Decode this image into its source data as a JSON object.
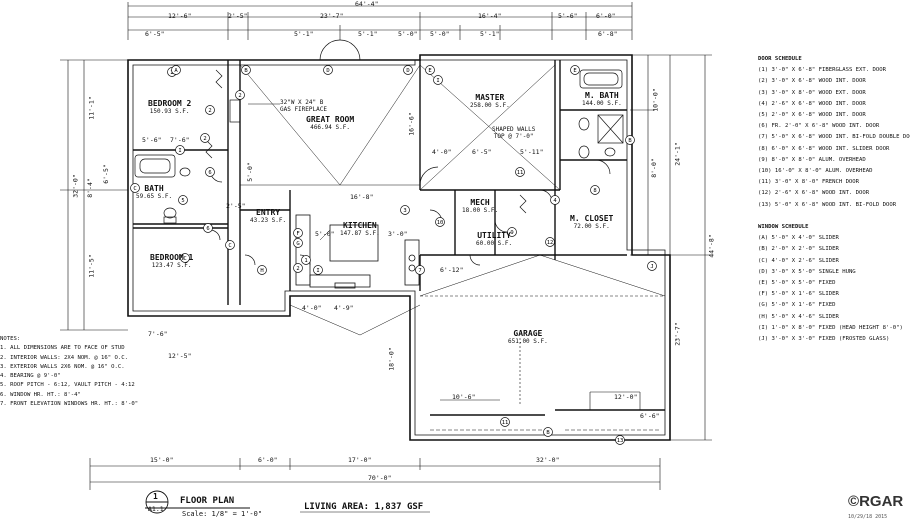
{
  "title_block": {
    "sheet_number": "1",
    "sheet_id": "A1.1",
    "title": "FLOOR PLAN",
    "scale": "Scale: 1/8\" = 1'-0\"",
    "living_area": "LIVING AREA: 1,837 GSF"
  },
  "watermark": {
    "brand": "RGAR",
    "date": "10/29/18 2015"
  },
  "rooms": {
    "bedroom2": {
      "name": "BEDROOM 2",
      "area": "150.93 S.F."
    },
    "great_room": {
      "name": "GREAT ROOM",
      "area": "466.94 S.F."
    },
    "fireplace": {
      "line1": "32\"W X 24\" B",
      "line2": "GAS FIREPLACE"
    },
    "master": {
      "name": "MASTER",
      "area": "258.00 S.F."
    },
    "shaped_walls": {
      "line1": "SHAPED WALLS",
      "line2": "TOP @ 7'-0\""
    },
    "mbath": {
      "name": "M. BATH",
      "area": "144.00 S.F."
    },
    "bath": {
      "name": "BATH",
      "area": "59.65 S.F."
    },
    "entry": {
      "name": "ENTRY",
      "area": "43.23 S.F."
    },
    "kitchen": {
      "name": "KITCHEN",
      "area": "147.87 S.F."
    },
    "mech": {
      "name": "MECH",
      "area": "18.00 S.F."
    },
    "utility": {
      "name": "UTILITY",
      "area": "60.00 S.F."
    },
    "mcloset": {
      "name": "M. CLOSET",
      "area": "72.00 S.F."
    },
    "bedroom1": {
      "name": "BEDROOM 1",
      "area": "123.47 S.F."
    },
    "garage": {
      "name": "GARAGE",
      "area": "651.00 S.F."
    }
  },
  "dimensions": {
    "top_overall": "64'-4\"",
    "top_row": [
      "12'-6\"",
      "2'-5\"",
      "23'-7\"",
      "16'-4\"",
      "5'-6\"",
      "6'-0\""
    ],
    "top_inner": [
      "6'-5\"",
      "5'-1\"",
      "5'-1\"",
      "5'-0\"",
      "5'-0\"",
      "5'-1\"",
      "6'-8\""
    ],
    "bottom_row": [
      "15'-0\"",
      "6'-0\"",
      "17'-0\"",
      "32'-0\""
    ],
    "bottom_overall": "70'-0\"",
    "left_vertical": [
      "11'-1\"",
      "32'-0\"",
      "11'-5\"",
      "8'-4\"",
      "6'-5\""
    ],
    "right_vertical": [
      "10'-0\"",
      "24'-1\"",
      "44'-8\"",
      "23'-7\"",
      "8'-0\""
    ],
    "interior": [
      "7'-6\"",
      "12'-5\"",
      "5'-6\"",
      "7'-6\"",
      "4'-0\"",
      "6'-5\"",
      "5'-11\"",
      "16'-8\"",
      "5'-0\"",
      "3'-0\"",
      "4'-0\"",
      "4'-9\"",
      "6'-12\"",
      "10'-6\"",
      "12'-0\"",
      "18'-0\"",
      "6'-6\"",
      "16'-6\"",
      "5'-0\"",
      "2'-5\""
    ]
  },
  "door_schedule": {
    "heading": "DOOR SCHEDULE",
    "items": [
      "3'-0\" X 6'-8\" FIBERGLASS EXT. DOOR",
      "3'-0\" X 6'-8\" WOOD INT. DOOR",
      "3'-0\" X 8'-0\" WOOD EXT. DOOR",
      "2'-6\" X 6'-8\" WOOD INT. DOOR",
      "2'-0\" X 6'-8\" WOOD INT. DOOR",
      "FR. 2'-0\" X 6'-8\" WOOD INT. DOOR",
      "5'-0\" X 6'-8\" WOOD INT. BI-FOLD DOUBLE DOOR",
      "6'-0\" X 6'-8\" WOOD INT. SLIDER DOOR",
      "8'-0\" X 8'-0\" ALUM. OVERHEAD",
      "16'-0\" X 8'-0\" ALUM. OVERHEAD",
      "3'-0\" X 8'-0\" FRENCH DOOR",
      "2'-6\" X 6'-8\" WOOD INT. DOOR",
      "5'-0\" X 6'-8\" WOOD INT. BI-FOLD DOOR"
    ]
  },
  "window_schedule": {
    "heading": "WINDOW SCHEDULE",
    "items": [
      "5'-0\" X 4'-0\" SLIDER",
      "2'-0\" X 2'-0\" SLIDER",
      "4'-0\" X 2'-6\" SLIDER",
      "3'-0\" X 5'-0\" SINGLE HUNG",
      "5'-0\" X 5'-0\" FIXED",
      "5'-0\" X 1'-6\" SLIDER",
      "5'-0\" X 1'-6\" FIXED",
      "5'-0\" X 4'-6\" SLIDER",
      "1'-0\" X 8'-0\" FIXED (HEAD HEIGHT 8'-0\")",
      "3'-0\" X 3'-0\" FIXED (FROSTED GLASS)"
    ]
  },
  "notes": {
    "heading": "NOTES:",
    "items": [
      "1. ALL DIMENSIONS ARE TO FACE OF STUD",
      "2. INTERIOR WALLS: 2X4 NOM. @ 16\" O.C.",
      "3. EXTERIOR WALLS 2X6 NOM. @ 16\" O.C.",
      "4. BEARING @ 9'-0\"",
      "5. ROOF PITCH - 6:12, VAULT PITCH - 4:12",
      "6. WINDOW HR. HT.: 8'-4\"",
      "7. FRONT ELEVATION WINDOWS HR. HT.: 8'-0\""
    ]
  },
  "tags": {
    "doors": [
      "1",
      "2",
      "2",
      "2",
      "5",
      "3",
      "6",
      "10",
      "9",
      "12",
      "7",
      "4",
      "11",
      "8",
      "11",
      "13",
      "2",
      "6",
      "2"
    ],
    "windows": [
      "A",
      "D",
      "D",
      "E",
      "E",
      "B",
      "C",
      "C",
      "H",
      "I",
      "F",
      "G",
      "J",
      "C",
      "B",
      "B",
      "I",
      "I"
    ]
  }
}
